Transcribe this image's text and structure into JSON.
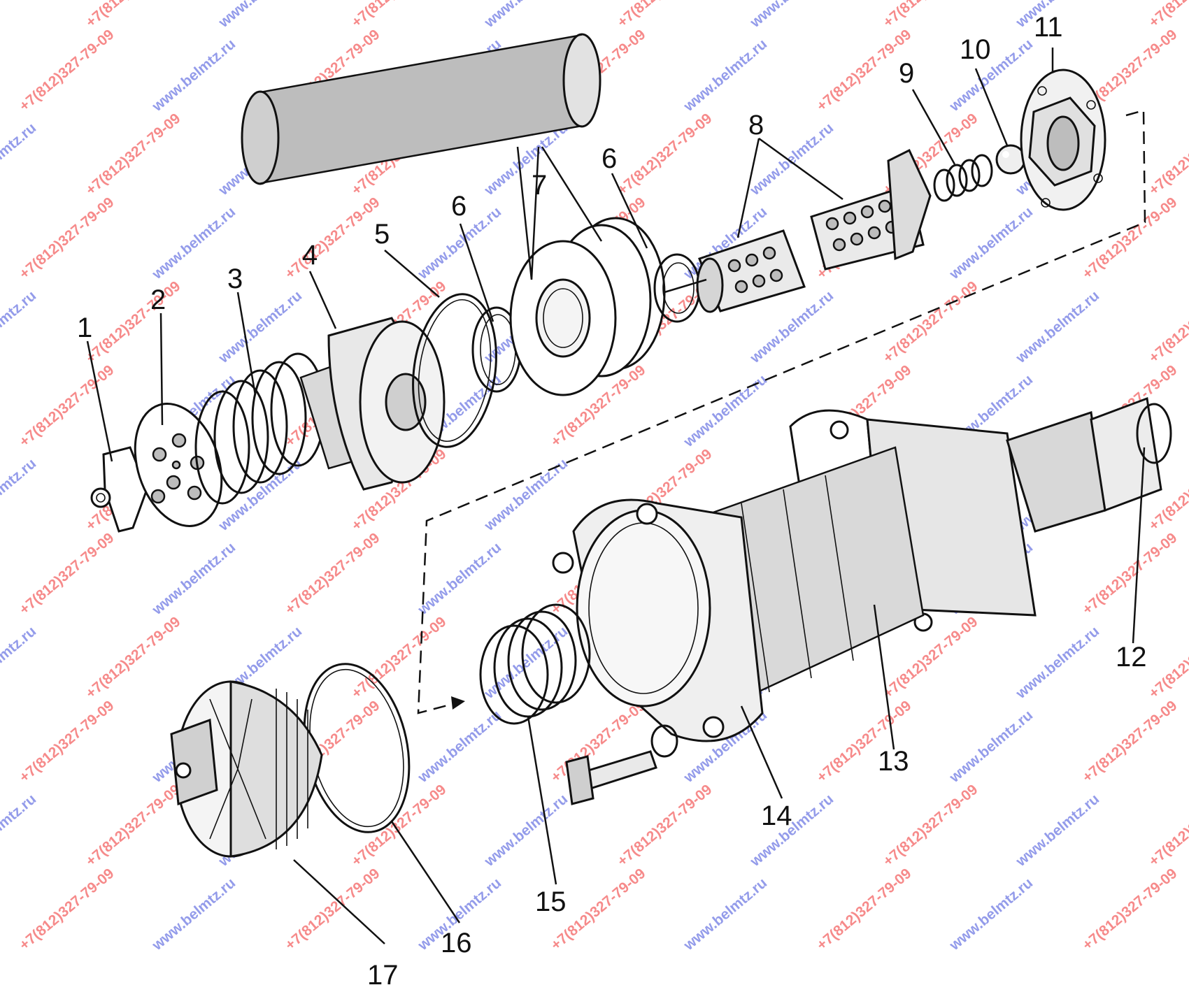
{
  "figure": {
    "type": "exploded-assembly",
    "parts": [
      {
        "id": "1",
        "label": "1"
      },
      {
        "id": "2",
        "label": "2"
      },
      {
        "id": "3",
        "label": "3"
      },
      {
        "id": "4",
        "label": "4"
      },
      {
        "id": "5",
        "label": "5"
      },
      {
        "id": "6a",
        "label": "6"
      },
      {
        "id": "6b",
        "label": "6"
      },
      {
        "id": "7",
        "label": "7"
      },
      {
        "id": "8",
        "label": "8"
      },
      {
        "id": "9",
        "label": "9"
      },
      {
        "id": "10",
        "label": "10"
      },
      {
        "id": "11",
        "label": "11"
      },
      {
        "id": "12",
        "label": "12"
      },
      {
        "id": "13",
        "label": "13"
      },
      {
        "id": "14",
        "label": "14"
      },
      {
        "id": "15",
        "label": "15"
      },
      {
        "id": "16",
        "label": "16"
      },
      {
        "id": "17",
        "label": "17"
      }
    ]
  },
  "watermarks": {
    "site": "www.belmtz.ru",
    "phone": "+7(812)327-79-09"
  },
  "colors": {
    "ink": "#111111",
    "watermark_red": "#ee2a2a",
    "watermark_blue": "#3a48d8"
  }
}
